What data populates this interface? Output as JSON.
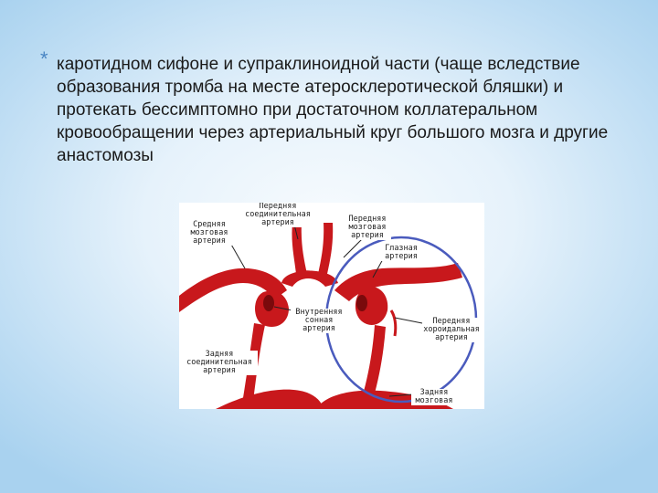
{
  "slide": {
    "bullet_symbol": "*",
    "text": "каротидном сифоне и супраклиноидной части (чаще вследствие образования тромба на месте атеросклеротической бляшки) и протекать бессимптомно при достаточном коллатеральном кровообращении через артериальный круг большого мозга и другие анастомозы"
  },
  "figure": {
    "labels": {
      "anterior_communicating": [
        "Передняя",
        "соединительная",
        "артерия"
      ],
      "middle_cerebral": [
        "Средняя",
        "мозговая",
        "артерия"
      ],
      "anterior_cerebral": [
        "Передняя",
        "мозговая",
        "артерия"
      ],
      "ophthalmic": [
        "Глазная",
        "артерия"
      ],
      "internal_carotid": [
        "Внутренняя",
        "сонная",
        "артерия"
      ],
      "anterior_choroidal": [
        "Передняя",
        "хороидальная",
        "артерия"
      ],
      "posterior_communicating": [
        "Задняя",
        "соединительная",
        "артерия"
      ],
      "posterior_cerebral": [
        "Задняя",
        "мозговая"
      ]
    },
    "colors": {
      "artery": "#c8181c",
      "artery_dark": "#7a0a0c",
      "circle": "#4a5bbd",
      "pointer": "#222222"
    }
  }
}
